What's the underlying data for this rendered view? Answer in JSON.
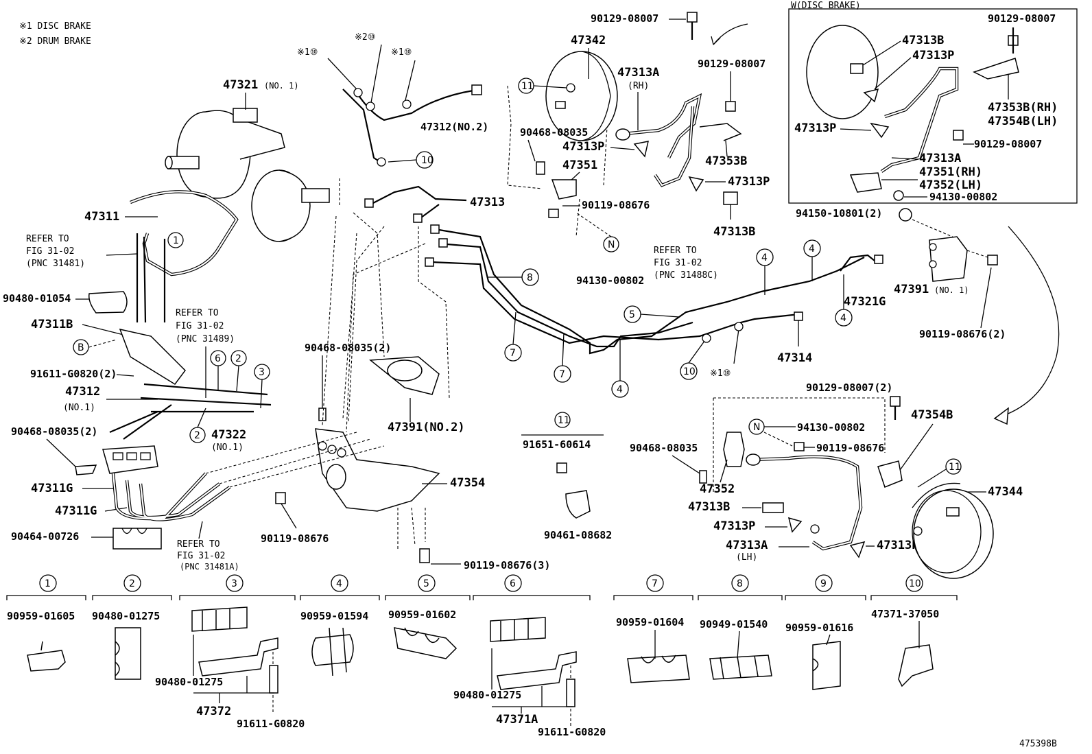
{
  "legend": {
    "note1": "※1 DISC BRAKE",
    "note2": "※2 DRUM BRAKE"
  },
  "inset": {
    "title": "W(DISC BRAKE)",
    "labels": [
      "90129-08007",
      "47313B",
      "47313P",
      "47353B(RH)",
      "47354B(LH)",
      "47313P",
      "90129-08007",
      "47313A",
      "47351(RH)",
      "47352(LH)",
      "94130-00802"
    ]
  },
  "labels": {
    "p47321": "47321",
    "p47321_sub": "(NO. 1)",
    "c10a": "※1⑩",
    "c10b": "※2⑩",
    "c10c": "※1⑩",
    "p47312_no2": "47312(NO.2)",
    "p47342": "47342",
    "p90129_a": "90129-08007",
    "p90129_b": "90129-08007",
    "p47313A": "47313A",
    "p47313A_sub": "(RH)",
    "p90468_a": "90468-08035",
    "p47313P_a": "47313P",
    "p47351": "47351",
    "p47353B": "47353B",
    "p47313P_b": "47313P",
    "p47313": "47313",
    "p90119_a": "90119-08676",
    "p47313B_a": "47313B",
    "p47311": "47311",
    "refer1": "REFER TO",
    "refer1b": "FIG 31-02",
    "refer1c": "(PNC 31481)",
    "p94130_a": "94130-00802",
    "refer2": "REFER TO",
    "refer2b": "FIG 31-02",
    "refer2c": "(PNC 31488C)",
    "p94150": "94150-10801(2)",
    "p47391_no1": "47391",
    "p47391_no1_sub": "(NO. 1)",
    "p90480_a": "90480-01054",
    "p47311B": "47311B",
    "refer3": "REFER TO",
    "refer3b": "FIG 31-02",
    "refer3c": "(PNC 31489)",
    "p47321G": "47321G",
    "p90119_b": "90119-08676(2)",
    "p91611_a": "91611-G0820(2)",
    "p90468_b": "90468-08035(2)",
    "p47314": "47314",
    "p47312_no1": "47312",
    "p47312_no1_sub": "(NO.1)",
    "p47322": "47322",
    "p47322_sub": "(NO.1)",
    "p90468_c": "90468-08035(2)",
    "p47391_no2": "47391(NO.2)",
    "p90129_c": "90129-08007(2)",
    "p47354B": "47354B",
    "p94130_b": "94130-00802",
    "p90468_d": "90468-08035",
    "p90119_c": "90119-08676",
    "p91651": "91651-60614",
    "p47311G_a": "47311G",
    "p47311G_b": "47311G",
    "p47354": "47354",
    "p47352": "47352",
    "p47344": "47344",
    "p47313B_b": "47313B",
    "p47313P_c": "47313P",
    "p47313A_b": "47313A",
    "p47313A_b_sub": "(LH)",
    "p47313P_d": "47313P",
    "p90464": "90464-00726",
    "p90119_d": "90119-08676",
    "refer4": "REFER TO",
    "refer4b": "FIG 31-02",
    "refer4c": "(PNC 31481A)",
    "p90461": "90461-08682",
    "p90119_e": "90119-08676(3)",
    "fig_id": "475398B"
  },
  "clips": [
    {
      "n": "1",
      "part": "90959-01605"
    },
    {
      "n": "2",
      "part": "90480-01275"
    },
    {
      "n": "3",
      "part": "",
      "sub1": "90480-01275",
      "sub2": "47372",
      "sub3": "91611-G0820"
    },
    {
      "n": "4",
      "part": "90959-01594"
    },
    {
      "n": "5",
      "part": "90959-01602"
    },
    {
      "n": "6",
      "part": "",
      "sub1": "90480-01275",
      "sub2": "47371A",
      "sub3": "91611-G0820"
    },
    {
      "n": "7",
      "part": "90959-01604"
    },
    {
      "n": "8",
      "part": "90949-01540"
    },
    {
      "n": "9",
      "part": "90959-01616"
    },
    {
      "n": "10",
      "part": "47371-37050"
    }
  ]
}
